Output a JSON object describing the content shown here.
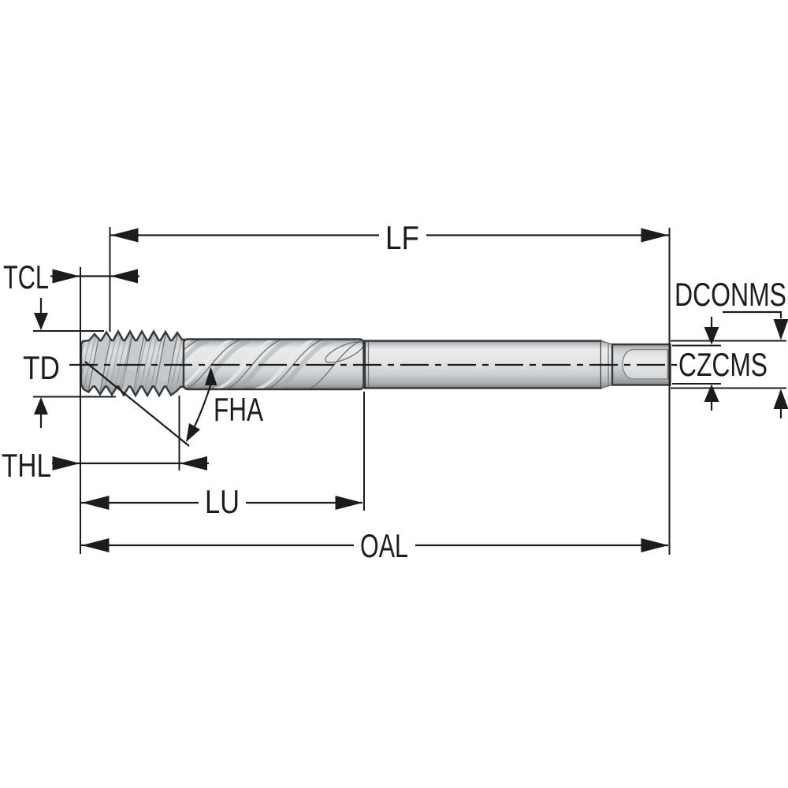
{
  "diagram": {
    "kind": "technical-dimension-drawing",
    "subject": "spiral-flute-tap-side-view",
    "background": "#ffffff"
  },
  "labels": {
    "lf": "LF",
    "tcl": "TCL",
    "td": "TD",
    "fha": "FHA",
    "thl": "THL",
    "lu": "LU",
    "oal": "OAL",
    "dconms": "DCONMS",
    "czcms": "CZCMS"
  },
  "colors": {
    "ink": "#1b1c1e",
    "outline": "#35383b",
    "metal_light": "#eceeef",
    "metal_mid": "#d4d6d8",
    "metal_dark": "#85888b",
    "background": "#ffffff"
  }
}
